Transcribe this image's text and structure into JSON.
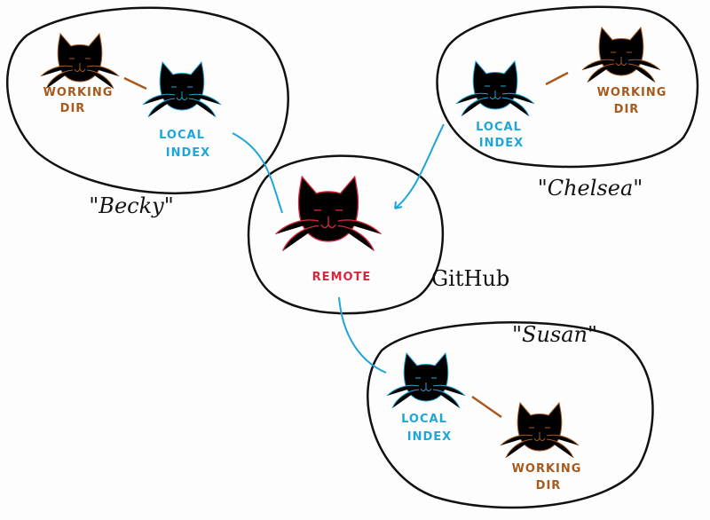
{
  "colors": {
    "working": "#a85a1c",
    "local": "#1ea6d8",
    "remote": "#d6273c",
    "ink": "#111111"
  },
  "icons": [
    "cat-icon"
  ],
  "becky": {
    "name": "\"Becky\"",
    "working_line1": "WORKING",
    "working_line2": "DIR",
    "local_line1": "LOCAL",
    "local_line2": "INDEX"
  },
  "chelsea": {
    "name": "\"Chelsea\"",
    "working_line1": "WORKING",
    "working_line2": "DIR",
    "local_line1": "LOCAL",
    "local_line2": "INDEX"
  },
  "remote": {
    "label": "REMOTE",
    "host": "GitHub"
  },
  "susan": {
    "name": "\"Susan\"",
    "working_line1": "WORKING",
    "working_line2": "DIR",
    "local_line1": "LOCAL",
    "local_line2": "INDEX"
  }
}
